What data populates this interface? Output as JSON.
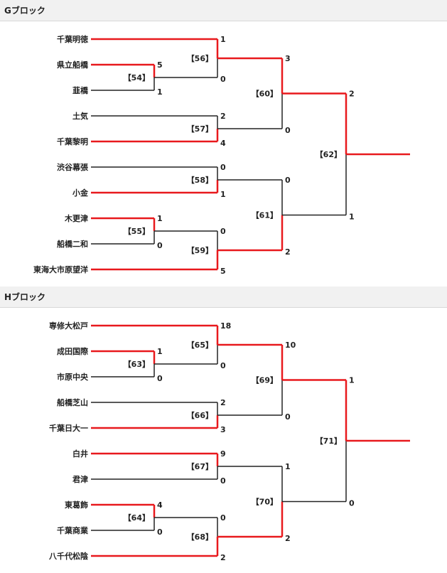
{
  "colors": {
    "winner": "#e8191d",
    "loser": "#222222",
    "header_bg": "#f1f1f1"
  },
  "blocks": [
    {
      "title": "Gブロック",
      "teams": [
        "千葉明徳",
        "県立船橋",
        "韮橋",
        "土気",
        "千葉黎明",
        "渋谷幕張",
        "小金",
        "木更津",
        "船橋二和",
        "東海大市原望洋"
      ],
      "games": [
        {
          "id": "g54",
          "label": "【54】",
          "top_score": "5",
          "bottom_score": "1",
          "winner": "top"
        },
        {
          "id": "g55",
          "label": "【55】",
          "top_score": "1",
          "bottom_score": "0",
          "winner": "top"
        },
        {
          "id": "g56",
          "label": "【56】",
          "top_score": "1",
          "bottom_score": "0",
          "winner": "top"
        },
        {
          "id": "g57",
          "label": "【57】",
          "top_score": "2",
          "bottom_score": "4",
          "winner": "bottom"
        },
        {
          "id": "g58",
          "label": "【58】",
          "top_score": "0",
          "bottom_score": "1",
          "winner": "bottom"
        },
        {
          "id": "g59",
          "label": "【59】",
          "top_score": "0",
          "bottom_score": "5",
          "winner": "bottom"
        },
        {
          "id": "g60",
          "label": "【60】",
          "top_score": "3",
          "bottom_score": "0",
          "winner": "top"
        },
        {
          "id": "g61",
          "label": "【61】",
          "top_score": "0",
          "bottom_score": "2",
          "winner": "bottom"
        },
        {
          "id": "g62",
          "label": "【62】",
          "top_score": "2",
          "bottom_score": "1",
          "winner": "top"
        }
      ]
    },
    {
      "title": "Hブロック",
      "teams": [
        "専修大松戸",
        "成田国際",
        "市原中央",
        "船橋芝山",
        "千葉日大一",
        "白井",
        "君津",
        "東葛飾",
        "千葉商業",
        "八千代松陰"
      ],
      "games": [
        {
          "id": "g63",
          "label": "【63】",
          "top_score": "1",
          "bottom_score": "0",
          "winner": "top"
        },
        {
          "id": "g64",
          "label": "【64】",
          "top_score": "4",
          "bottom_score": "0",
          "winner": "top"
        },
        {
          "id": "g65",
          "label": "【65】",
          "top_score": "18",
          "bottom_score": "0",
          "winner": "top"
        },
        {
          "id": "g66",
          "label": "【66】",
          "top_score": "2",
          "bottom_score": "3",
          "winner": "bottom"
        },
        {
          "id": "g67",
          "label": "【67】",
          "top_score": "9",
          "bottom_score": "0",
          "winner": "top"
        },
        {
          "id": "g68",
          "label": "【68】",
          "top_score": "0",
          "bottom_score": "2",
          "winner": "bottom"
        },
        {
          "id": "g69",
          "label": "【69】",
          "top_score": "10",
          "bottom_score": "0",
          "winner": "top"
        },
        {
          "id": "g70",
          "label": "【70】",
          "top_score": "1",
          "bottom_score": "2",
          "winner": "bottom"
        },
        {
          "id": "g71",
          "label": "【71】",
          "top_score": "1",
          "bottom_score": "0",
          "winner": "top"
        }
      ]
    }
  ]
}
